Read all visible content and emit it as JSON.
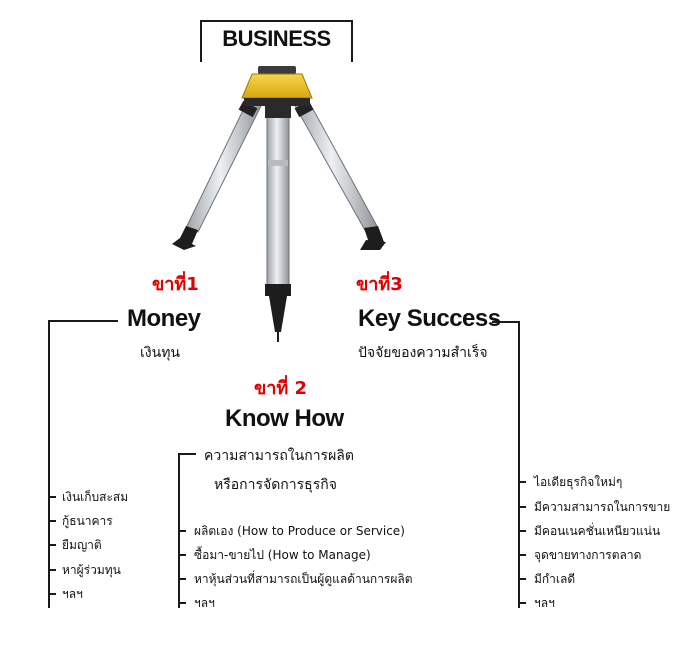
{
  "title": "BUSINESS",
  "legs": [
    {
      "label": "ขาที่1",
      "heading": "Money",
      "subtitle": "เงินทุน",
      "items": [
        "เงินเก็บสะสม",
        "กู้ธนาคาร",
        "ยืมญาติ",
        "หาผู้ร่วมทุน",
        "ฯลฯ"
      ]
    },
    {
      "label": "ขาที่ 2",
      "heading": "Know How",
      "subtitle_lines": [
        "ความสามารถในการผลิต",
        "หรือการจัดการธุรกิจ"
      ],
      "items": [
        "ผลิตเอง (How to Produce or Service)",
        "ซื้อมา-ขายไป (How to Manage)",
        "หาหุ้นส่วนที่สามารถเป็นผู้ดูแลด้านการผลิต",
        "ฯลฯ"
      ]
    },
    {
      "label": "ขาที่3",
      "heading": "Key Success",
      "subtitle": "ปัจจัยของความสำเร็จ",
      "items": [
        "ไอเดียธุรกิจใหม่ๆ",
        "มีความสามารถในการขาย",
        "มีคอนเนคชั่นเหนียวแน่น",
        "จุดขายทางการตลาด",
        "มีกำเลดี",
        "ฯลฯ"
      ]
    }
  ],
  "colors": {
    "leg_label": "#e00000",
    "tripod_head": "#f2c318",
    "tripod_leg": "#c9ccd0",
    "line": "#1a1a1a"
  }
}
